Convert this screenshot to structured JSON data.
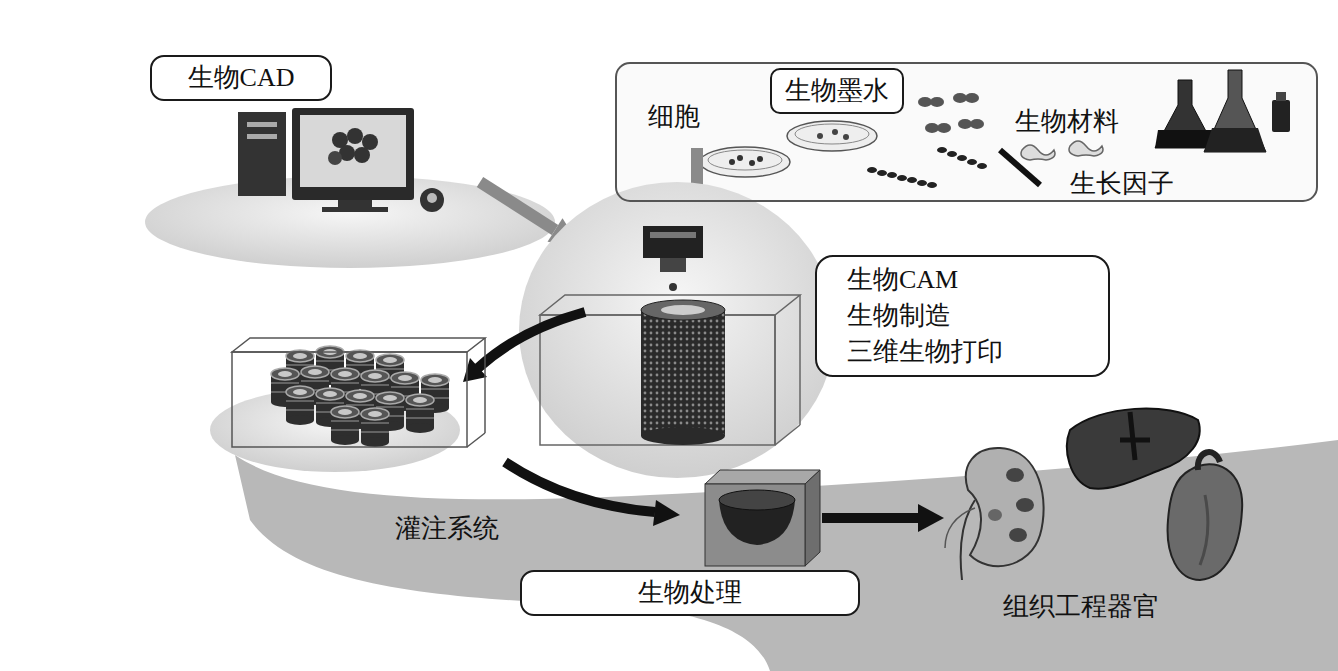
{
  "diagram": {
    "nodes": [
      {
        "text": [
          "生物CAD"
        ]
      },
      {
        "text": [
          "细胞",
          "生物材料",
          "生长因子"
        ]
      },
      {
        "text": [
          "生物墨水"
        ],
        "in": 1
      },
      {
        "text": [
          "生物CAM",
          "生物制造",
          "三维生物打印"
        ]
      },
      {
        "text": [
          "生物处理"
        ]
      }
    ],
    "labels": [
      "灌注系统",
      "组织工程器官"
    ]
  }
}
